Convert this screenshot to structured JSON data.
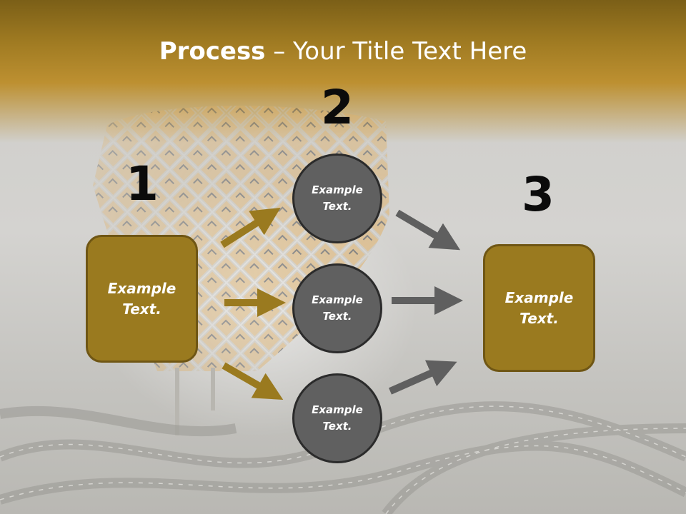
{
  "title": {
    "bold": "Process",
    "rest": " – Your Title Text Here"
  },
  "steps": {
    "left": {
      "number": "1",
      "label": "Example Text."
    },
    "middle": {
      "number": "2",
      "items": [
        {
          "label": "Example Text."
        },
        {
          "label": "Example Text."
        },
        {
          "label": "Example Text."
        }
      ]
    },
    "right": {
      "number": "3",
      "label": "Example Text."
    }
  },
  "colors": {
    "header_gold": "#a07b22",
    "box_fill": "#9a7a1f",
    "box_border": "#6f5614",
    "circle_fill": "#606060",
    "arrow_gold": "#9a7a1f",
    "arrow_gray": "#5f5f5f"
  }
}
